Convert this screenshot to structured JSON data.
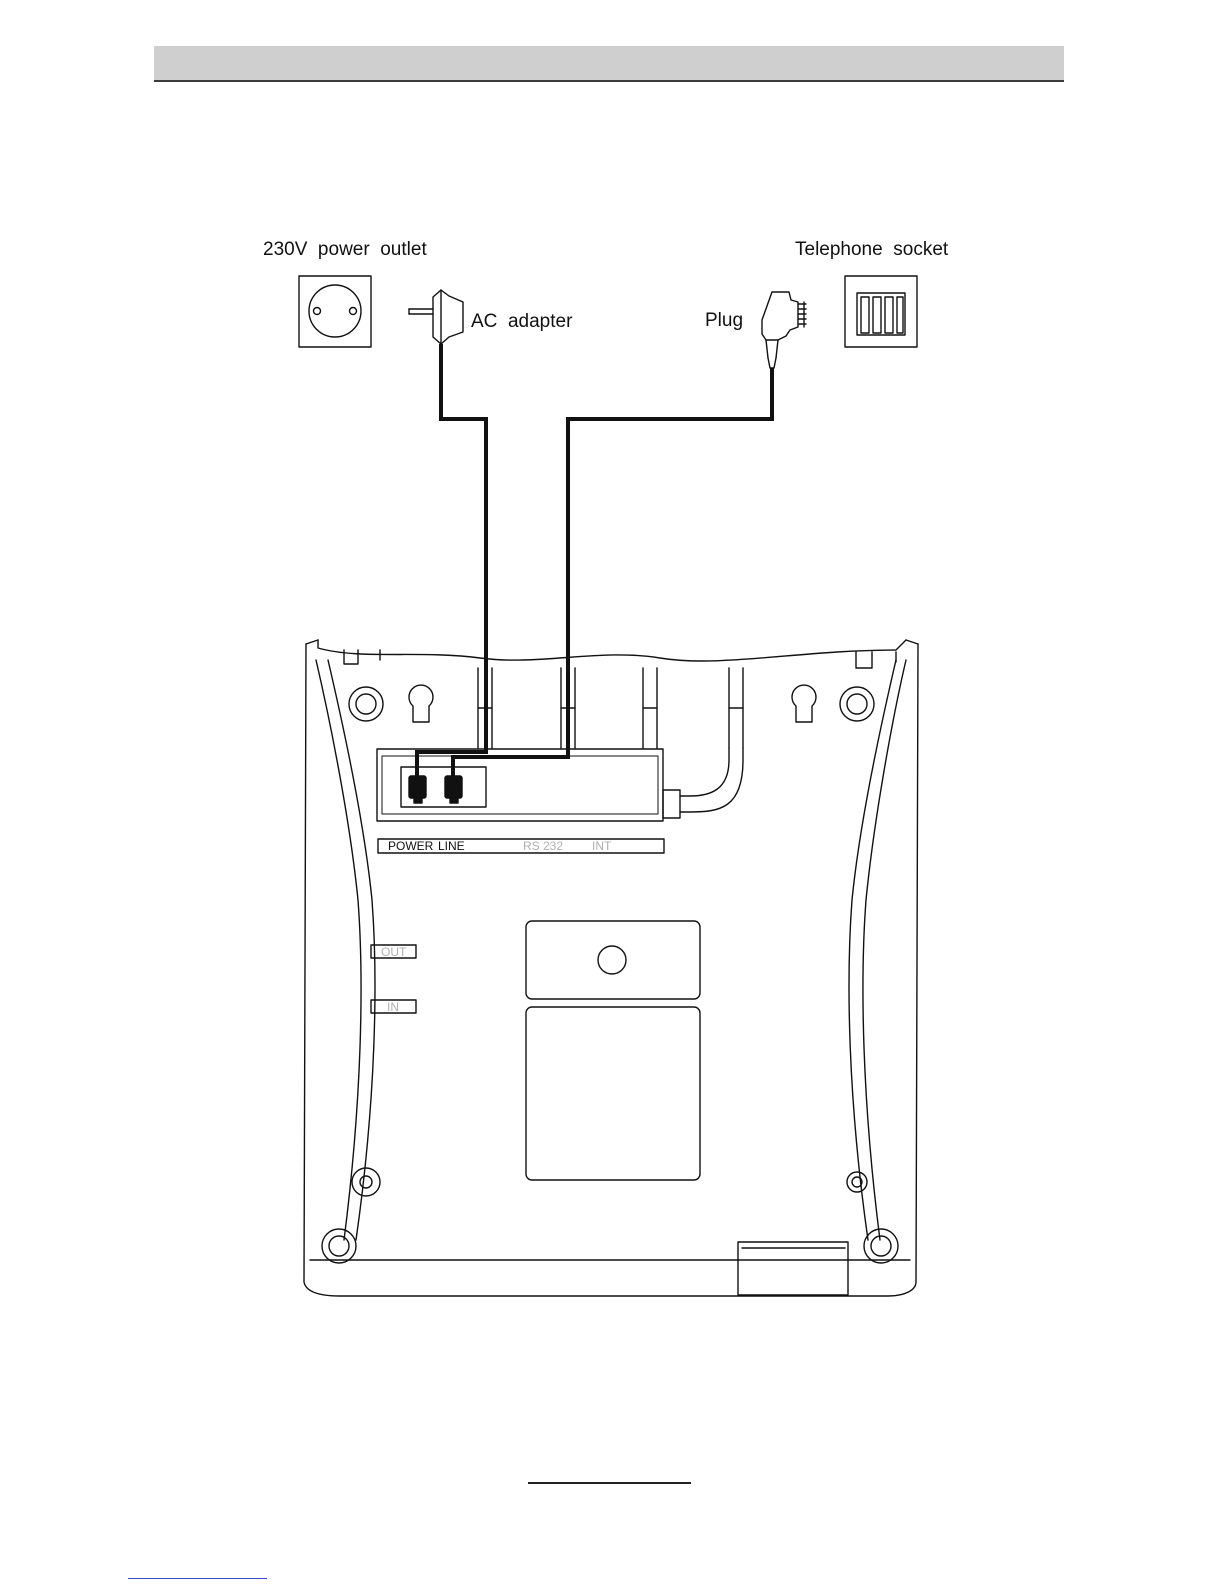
{
  "labels": {
    "power_outlet": "230V  power  outlet",
    "telephone_socket": "Telephone  socket",
    "ac_adapter": "AC  adapter",
    "plug": "Plug"
  },
  "panel": {
    "power": "POWER",
    "line": "LINE",
    "rs232": "RS 232",
    "int": "INT",
    "out": "OUT",
    "in": "IN"
  },
  "colors": {
    "line": "#111111",
    "header": "#cfcfcf",
    "muted_label": "#b0b0b0",
    "link": "#3b4ccf"
  }
}
